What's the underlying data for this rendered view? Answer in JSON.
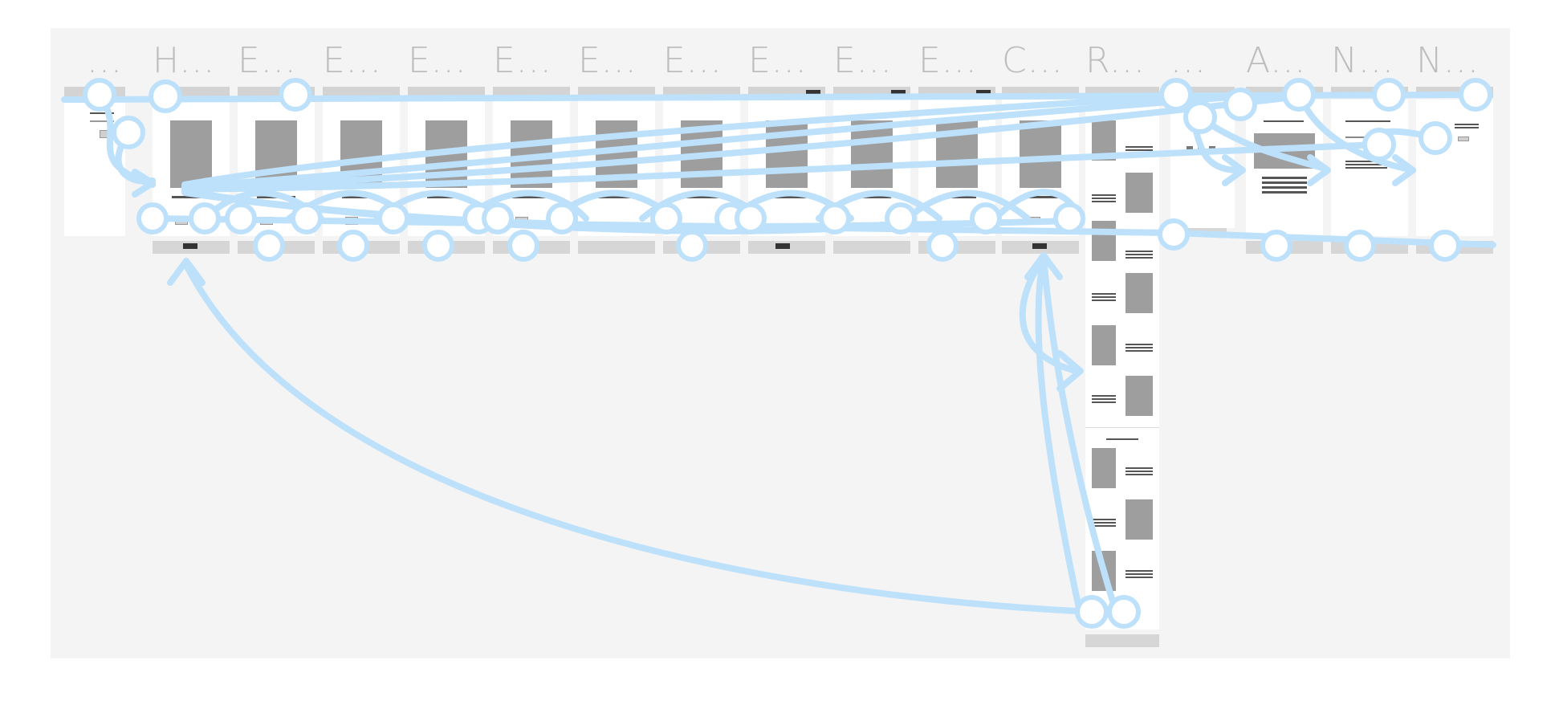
{
  "canvas": {
    "background": "#f4f4f4",
    "connector_color": "#bde0fb"
  },
  "frames": [
    {
      "id": "f0",
      "label": "..."
    },
    {
      "id": "f1",
      "label": "H..."
    },
    {
      "id": "f2",
      "label": "E..."
    },
    {
      "id": "f3",
      "label": "E..."
    },
    {
      "id": "f4",
      "label": "E..."
    },
    {
      "id": "f5",
      "label": "E..."
    },
    {
      "id": "f6",
      "label": "E..."
    },
    {
      "id": "f7",
      "label": "E..."
    },
    {
      "id": "f8",
      "label": "E..."
    },
    {
      "id": "f9",
      "label": "E..."
    },
    {
      "id": "f10",
      "label": "E..."
    },
    {
      "id": "f11",
      "label": "C..."
    },
    {
      "id": "f12",
      "label": "R..."
    },
    {
      "id": "f13",
      "label": "..."
    },
    {
      "id": "f14",
      "label": "A..."
    },
    {
      "id": "f15",
      "label": "N..."
    },
    {
      "id": "f16",
      "label": "N..."
    }
  ]
}
